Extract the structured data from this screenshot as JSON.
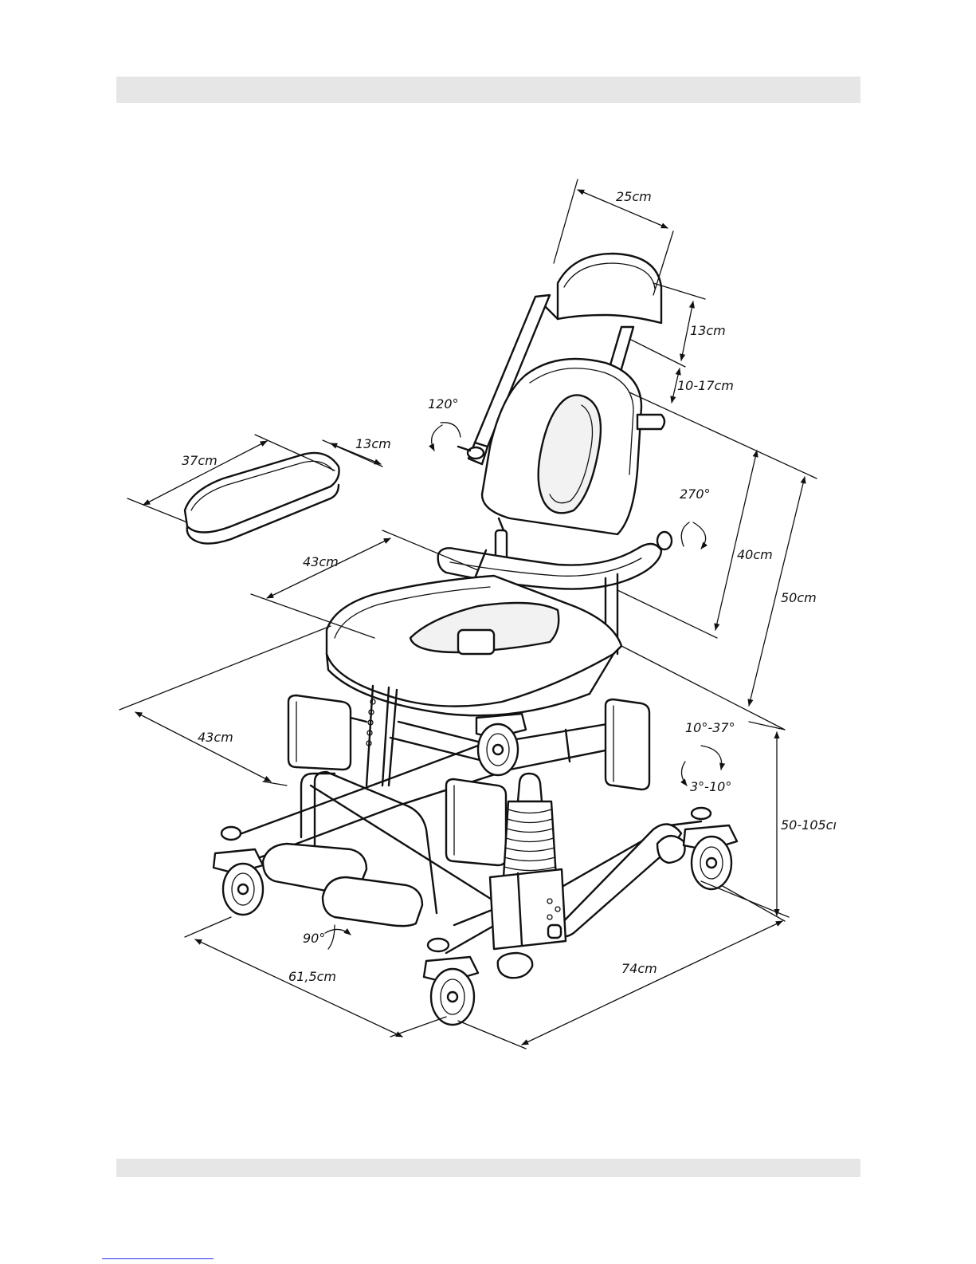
{
  "dimensions": {
    "headrest_width": "25cm",
    "headrest_height": "13cm",
    "headrest_adjust": "10-17cm",
    "back_rotate": "120°",
    "armrest_rotate": "270°",
    "backrest_height": "40cm",
    "back_total_height": "50cm",
    "armpad_length": "37cm",
    "armpad_width": "13cm",
    "seat_depth": "43cm",
    "seat_width": "43cm",
    "tilt_back": "10°-37°",
    "tilt_fwd": "3°-10°",
    "seat_height": "50-105cı",
    "footrest_rotate": "90°",
    "base_width": "61,5cm",
    "base_length": "74cm"
  },
  "colors": {
    "line": "#111111",
    "header_bar": "#e6e6e6",
    "footnote_rule": "#2a2af0"
  }
}
